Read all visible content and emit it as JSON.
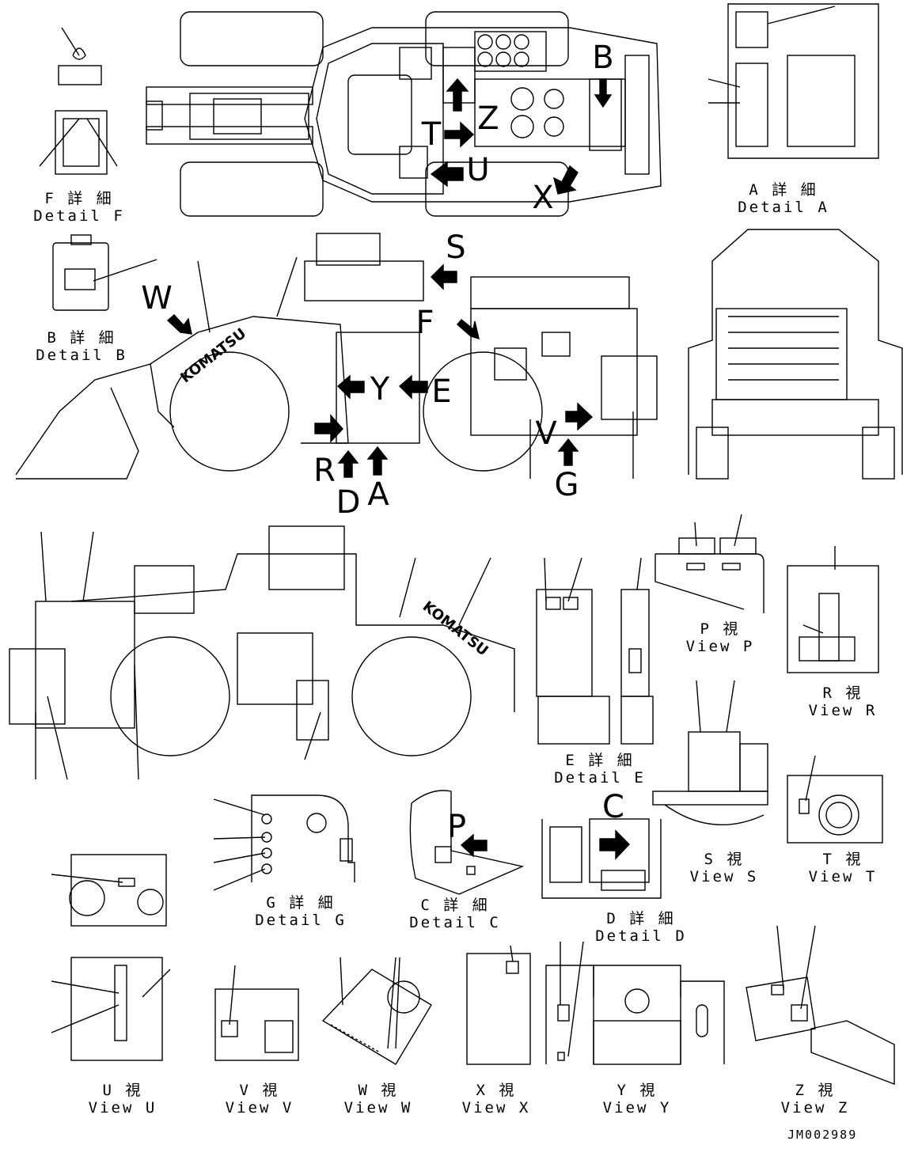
{
  "drawing_ref": "JM002989",
  "captions": [
    {
      "id": "detail-f",
      "jp": "F 詳 細",
      "en": "Detail F"
    },
    {
      "id": "detail-a",
      "jp": "A 詳 細",
      "en": "Detail A"
    },
    {
      "id": "detail-b",
      "jp": "B 詳 細",
      "en": "Detail B"
    },
    {
      "id": "view-p",
      "jp": "P 視",
      "en": "View P"
    },
    {
      "id": "view-r",
      "jp": "R 視",
      "en": "View R"
    },
    {
      "id": "detail-e",
      "jp": "E 詳 細",
      "en": "Detail E"
    },
    {
      "id": "detail-g",
      "jp": "G 詳 細",
      "en": "Detail G"
    },
    {
      "id": "detail-c",
      "jp": "C 詳 細",
      "en": "Detail C"
    },
    {
      "id": "detail-d",
      "jp": "D 詳 細",
      "en": "Detail D"
    },
    {
      "id": "view-s",
      "jp": "S 視",
      "en": "View S"
    },
    {
      "id": "view-t",
      "jp": "T 視",
      "en": "View T"
    },
    {
      "id": "view-u",
      "jp": "U 視",
      "en": "View U"
    },
    {
      "id": "view-v",
      "jp": "V 視",
      "en": "View V"
    },
    {
      "id": "view-w",
      "jp": "W 視",
      "en": "View W"
    },
    {
      "id": "view-x",
      "jp": "X 視",
      "en": "View X"
    },
    {
      "id": "view-y",
      "jp": "Y 視",
      "en": "View Y"
    },
    {
      "id": "view-z",
      "jp": "Z 視",
      "en": "View Z"
    }
  ],
  "view_letters": [
    "B",
    "Z",
    "T",
    "U",
    "X",
    "S",
    "W",
    "F",
    "E",
    "Y",
    "R",
    "D",
    "A",
    "V",
    "G",
    "P",
    "C"
  ],
  "brand": {
    "name": "KOMATSU"
  }
}
